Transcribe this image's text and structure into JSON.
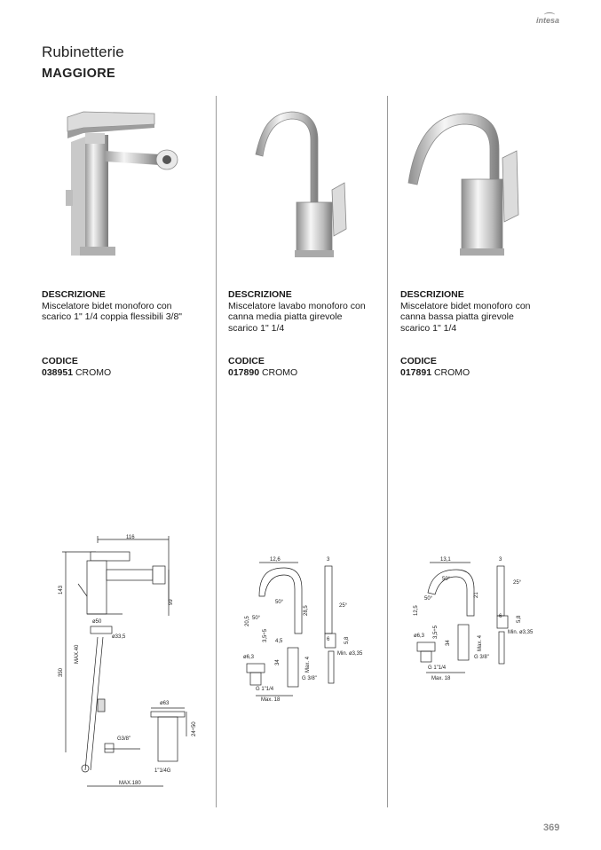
{
  "header": {
    "brand": "intesa",
    "category": "Rubinetterie",
    "line": "MAGGIORE"
  },
  "labels": {
    "description": "DESCRIZIONE",
    "code": "CODICE"
  },
  "products": [
    {
      "description": "Miscelatore bidet monoforo con scarico 1\" 1/4 coppia flessibili 3/8\"",
      "code": "038951",
      "finish": "CROMO"
    },
    {
      "description": "Miscelatore lavabo monoforo con canna media piatta girevole scarico 1\" 1/4",
      "code": "017890",
      "finish": "CROMO"
    },
    {
      "description": "Miscelatore bidet monoforo con canna bassa piatta girevole scarico 1\" 1/4",
      "code": "017891",
      "finish": "CROMO"
    }
  ],
  "drawings": {
    "bidet": {
      "d116": "116",
      "d143": "143",
      "d99": "99",
      "d50": "ø50",
      "d335": "ø33,5",
      "max40": "MAX.40",
      "d350": "350",
      "d63": "ø63",
      "r2450": "24÷50",
      "g38": "G3/8\"",
      "g114": "1\"1/4G",
      "max180": "MAX.180"
    },
    "basin": {
      "d126": "12,6",
      "d3": "3",
      "a50a": "50°",
      "a50b": "50°",
      "a25": "25°",
      "d205": "20,5",
      "d285": "28,5",
      "d45": "4,5",
      "d3555": "3,5÷5",
      "d34": "34",
      "d6": "6",
      "d58": "5,8",
      "d63": "ø6,3",
      "max4": "Max. 4",
      "min335": "Min. ø3,35",
      "g114": "G 1\"1/4",
      "g38": "G 3/8\"",
      "max18": "Max. 18"
    },
    "bidet2": {
      "d131": "13,1",
      "d3": "3",
      "a50a": "50°",
      "a50b": "50°",
      "a25": "25°",
      "d21": "21",
      "d125": "12,5",
      "d3555": "3,5÷5",
      "d34": "34",
      "d6": "6",
      "d58": "5,8",
      "d63": "ø6,3",
      "max4": "Max. 4",
      "min335": "Min. ø3,35",
      "g114": "G 1\"1/4",
      "g38": "G 3/8\"",
      "max18": "Max. 18"
    }
  },
  "page_number": "369",
  "colors": {
    "text": "#1a1a1a",
    "divider": "#9a9a9a",
    "page_number": "#8c8c8c"
  }
}
